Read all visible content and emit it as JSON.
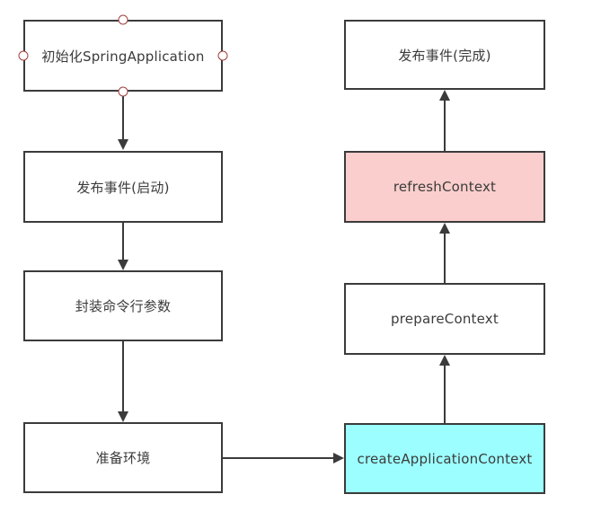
{
  "diagram": {
    "background_color": "#ffffff",
    "stroke_color": "#3b3b3b",
    "text_color": "#3b3b3b",
    "selection_handle_color": "#a0403e",
    "node_fill_pink": "#f9cecc",
    "node_fill_cyan": "#9cfeff",
    "nodes": [
      {
        "id": "init-spring-application",
        "label": "初始化SpringApplication",
        "fill": "#ffffff",
        "selected": true
      },
      {
        "id": "publish-event-start",
        "label": "发布事件(启动)",
        "fill": "#ffffff",
        "selected": false
      },
      {
        "id": "wrap-command-line-args",
        "label": "封装命令行参数",
        "fill": "#ffffff",
        "selected": false
      },
      {
        "id": "prepare-environment",
        "label": "准备环境",
        "fill": "#ffffff",
        "selected": false
      },
      {
        "id": "publish-event-complete",
        "label": "发布事件(完成)",
        "fill": "#ffffff",
        "selected": false
      },
      {
        "id": "refresh-context",
        "label": "refreshContext",
        "fill": "#f9cecc",
        "selected": false
      },
      {
        "id": "prepare-context",
        "label": "prepareContext",
        "fill": "#ffffff",
        "selected": false
      },
      {
        "id": "create-application-context",
        "label": "createApplicationContext",
        "fill": "#9cfeff",
        "selected": false
      }
    ],
    "edges": [
      {
        "from": "init-spring-application",
        "to": "publish-event-start",
        "direction": "down"
      },
      {
        "from": "publish-event-start",
        "to": "wrap-command-line-args",
        "direction": "down"
      },
      {
        "from": "wrap-command-line-args",
        "to": "prepare-environment",
        "direction": "down"
      },
      {
        "from": "prepare-environment",
        "to": "create-application-context",
        "direction": "right"
      },
      {
        "from": "create-application-context",
        "to": "prepare-context",
        "direction": "up"
      },
      {
        "from": "prepare-context",
        "to": "refresh-context",
        "direction": "up"
      },
      {
        "from": "refresh-context",
        "to": "publish-event-complete",
        "direction": "up"
      }
    ]
  }
}
